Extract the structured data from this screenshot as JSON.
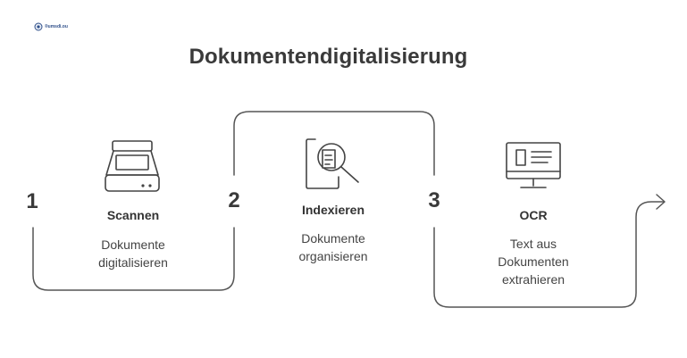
{
  "logo": {
    "text": "®umsdi.ou"
  },
  "title": "Dokumentendigitalisierung",
  "steps": [
    {
      "number": "1",
      "title": "Scannen",
      "description": "Dokumente\ndigitalisieren",
      "icon": "scanner-icon"
    },
    {
      "number": "2",
      "title": "Indexieren",
      "description": "Dokumente\norganisieren",
      "icon": "document-search-icon"
    },
    {
      "number": "3",
      "title": "OCR",
      "description": "Text aus\nDokumenten\nextrahieren",
      "icon": "monitor-icon"
    }
  ],
  "colors": {
    "line": "#555555",
    "text": "#333333"
  }
}
